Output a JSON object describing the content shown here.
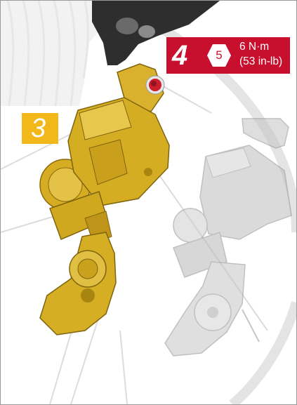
{
  "callouts": {
    "step_install": "3",
    "step_tighten": "4",
    "hex_key_size": "5",
    "torque_nm": "6 N·m",
    "torque_inlb": "(53 in-lb)"
  },
  "colors": {
    "brand_red": "#c8102e",
    "step_yellow": "#f2b81a",
    "derailleur_gold": "#d4ae23",
    "ghost_gray": "#bfbfbf",
    "bolt_red": "#cc1f2d"
  },
  "icons": {
    "hex_key": "hex-key-icon"
  }
}
